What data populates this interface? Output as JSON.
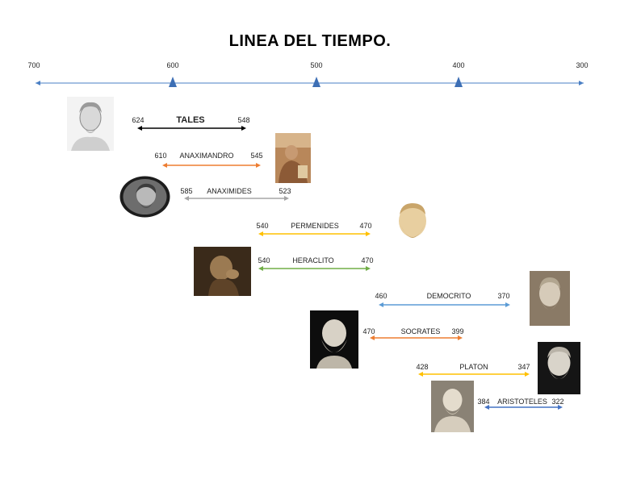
{
  "title": "LINEA DEL TIEMPO.",
  "axis": {
    "ticks": [
      {
        "label": "700",
        "value": 700,
        "marker": false
      },
      {
        "label": "600",
        "value": 600,
        "marker": true
      },
      {
        "label": "500",
        "value": 500,
        "marker": true
      },
      {
        "label": "400",
        "value": 400,
        "marker": true
      },
      {
        "label": "300",
        "value": 300,
        "marker": false
      }
    ],
    "line_color": "#4a7fc4",
    "marker_color": "#3d6fb5"
  },
  "philosophers": [
    {
      "name": "TALES",
      "start": "624",
      "end": "548",
      "color": "#000000",
      "portrait": "Bust of Thales"
    },
    {
      "name": "ANAXIMANDRO",
      "start": "610",
      "end": "545",
      "color": "#ed7d31",
      "portrait": "Painting of Anaximander"
    },
    {
      "name": "ANAXIMIDES",
      "start": "585",
      "end": "523",
      "color": "#a5a5a5",
      "portrait": "Medallion of Anaximenes"
    },
    {
      "name": "PERMENIDES",
      "start": "540",
      "end": "470",
      "color": "#ffc000",
      "portrait": "Bust of Parmenides"
    },
    {
      "name": "HERACLITO",
      "start": "540",
      "end": "470",
      "color": "#70ad47",
      "portrait": "Painting of Heraclitus"
    },
    {
      "name": "DEMOCRITO",
      "start": "460",
      "end": "370",
      "color": "#5b9bd5",
      "portrait": "Bust of Democritus"
    },
    {
      "name": "SOCRATES",
      "start": "470",
      "end": "399",
      "color": "#ed7d31",
      "portrait": "Bust of Socrates"
    },
    {
      "name": "PLATON",
      "start": "428",
      "end": "347",
      "color": "#ffc000",
      "portrait": "Bust of Plato"
    },
    {
      "name": "ARISTOTELES",
      "start": "384",
      "end": "322",
      "color": "#4472c4",
      "portrait": "Bust of Aristotle"
    }
  ]
}
